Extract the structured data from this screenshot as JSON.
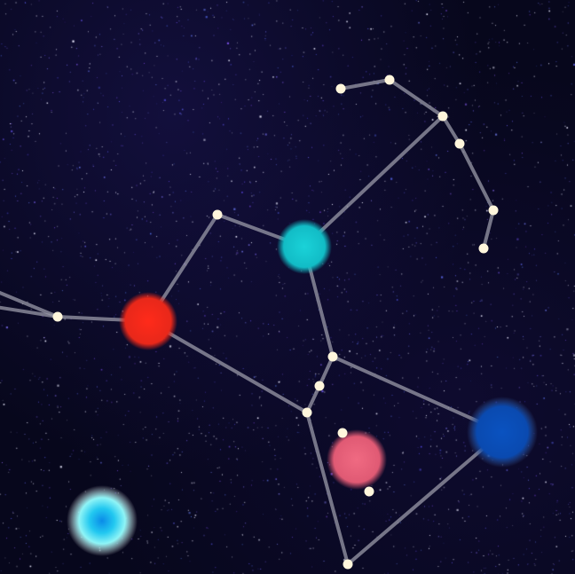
{
  "scene": {
    "stars": [
      {
        "id": "s1"
      },
      {
        "id": "s2"
      },
      {
        "id": "s3"
      },
      {
        "id": "s4"
      },
      {
        "id": "s5"
      },
      {
        "id": "s6"
      },
      {
        "id": "s7"
      },
      {
        "id": "s8"
      },
      {
        "id": "s9"
      },
      {
        "id": "s10"
      },
      {
        "id": "s11"
      },
      {
        "id": "s12"
      },
      {
        "id": "s13"
      },
      {
        "id": "s14"
      }
    ],
    "links": [
      [
        "s1",
        "s2"
      ],
      [
        "s2",
        "s3"
      ],
      [
        "s3",
        "s4"
      ],
      [
        "s4",
        "s5"
      ],
      [
        "s5",
        "s6"
      ],
      [
        "s3",
        "o_cyan"
      ],
      [
        "o_cyan",
        "s7"
      ],
      [
        "s7",
        "o_red"
      ],
      [
        "o_red",
        "s8"
      ],
      [
        "s8",
        "edge_left_a"
      ],
      [
        "s8",
        "edge_left_b"
      ],
      [
        "o_red",
        "s11"
      ],
      [
        "o_cyan",
        "s9"
      ],
      [
        "s9",
        "s10"
      ],
      [
        "s10",
        "s11"
      ],
      [
        "s9",
        "o_blue"
      ],
      [
        "s11",
        "s14"
      ],
      [
        "s14",
        "o_blue"
      ]
    ],
    "orbs": [
      {
        "id": "o_red",
        "color": "#e8281a",
        "name": "red-orb"
      },
      {
        "id": "o_cyan",
        "color": "#18c4cc",
        "name": "cyan-orb"
      },
      {
        "id": "o_blue",
        "color": "#0a4fb8",
        "name": "blue-orb"
      },
      {
        "id": "o_pink",
        "color": "#e8607a",
        "name": "pink-orb"
      },
      {
        "id": "o_aqua",
        "color": "#2ee0ee",
        "name": "aqua-orb"
      }
    ],
    "colors": {
      "background": "#07071c",
      "line": "#9a9aa8",
      "star_node": "#fff6dc"
    }
  }
}
